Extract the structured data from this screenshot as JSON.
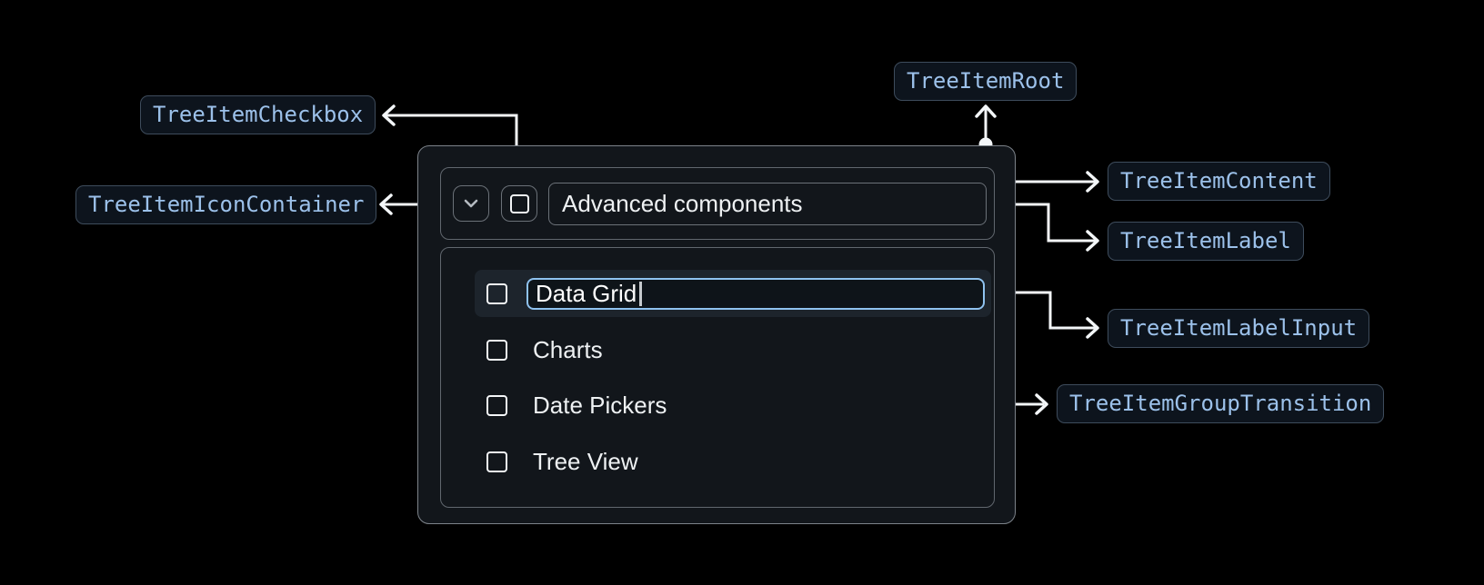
{
  "badges": {
    "root": "TreeItemRoot",
    "checkbox": "TreeItemCheckbox",
    "icon_container": "TreeItemIconContainer",
    "content": "TreeItemContent",
    "label": "TreeItemLabel",
    "label_input": "TreeItemLabelInput",
    "group_transition": "TreeItemGroupTransition"
  },
  "tree": {
    "parent_label": "Advanced components",
    "parent_state": "expanded, unchecked",
    "items": [
      {
        "label": "Data Grid",
        "state": "editing"
      },
      {
        "label": "Charts",
        "state": "unchecked"
      },
      {
        "label": "Date Pickers",
        "state": "unchecked"
      },
      {
        "label": "Tree View",
        "state": "unchecked"
      }
    ]
  },
  "icons": {
    "expand": "chevron-down-icon",
    "checkbox": "checkbox-unchecked-icon"
  },
  "colors": {
    "page_bg": "#000000",
    "panel_bg": "#12161b",
    "panel_border": "#7d838a",
    "inner_border": "#61676e",
    "row_highlight_bg": "#1d242c",
    "input_focus_border": "#8fc2ef",
    "badge_bg": "#0d141d",
    "badge_border": "#3e4c5c",
    "badge_text": "#9cc1ea",
    "connector": "#f3f6f8",
    "text_primary": "#eef1f3"
  }
}
